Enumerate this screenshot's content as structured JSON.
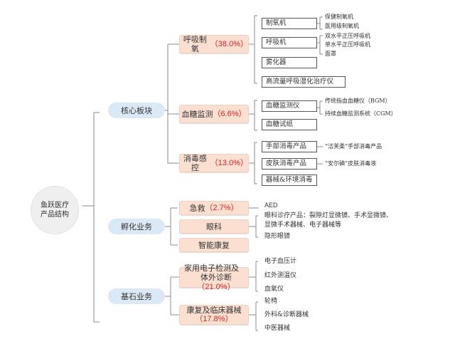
{
  "root": "鱼跃医疗产品结构",
  "segments": [
    {
      "label": "核心板块",
      "children": [
        {
          "name": "呼吸制氧",
          "pct": "（38.0%）",
          "items": [
            {
              "label": "制氧机",
              "subs": [
                "保健制氧机",
                "医用级制氧机"
              ]
            },
            {
              "label": "呼吸机",
              "subs": [
                "双水平正压呼吸机",
                "单水平正压呼吸机",
                "面罩"
              ]
            },
            {
              "label": "雾化器"
            },
            {
              "label": "高流量呼吸湿化治疗仪"
            }
          ]
        },
        {
          "name": "血糖监测",
          "pct": "（6.6%）",
          "items": [
            {
              "label": "血糖监测仪",
              "subs": [
                "传统指血血糖仪（BGM）",
                "持续血糖监测系统（CGM）"
              ]
            },
            {
              "label": "血糖试纸"
            }
          ]
        },
        {
          "name": "消毒感控",
          "pct": "（13.0%）",
          "items": [
            {
              "label": "手部消毒产品",
              "subs": [
                "“洁芙柔”手部消毒产品"
              ]
            },
            {
              "label": "皮肤消毒产品",
              "subs": [
                "“安尔碘”皮肤消毒液"
              ]
            },
            {
              "label": "器械&环境消毒"
            }
          ]
        }
      ]
    },
    {
      "label": "孵化业务",
      "children": [
        {
          "name": "急救",
          "pct": "（2.7%）",
          "items": [
            "AED"
          ]
        },
        {
          "name": "眼科",
          "items": [
            "眼科诊疗产品：裂隙灯显微镜、手术显微镜、",
            "显微手术器械、电子器械等",
            "隐形眼镜"
          ]
        },
        {
          "name": "智能康复"
        }
      ]
    },
    {
      "label": "基石业务",
      "children": [
        {
          "name": "家用电子检测及",
          "name2": "体外诊断",
          "pct": "（21.0%）",
          "items": [
            "电子血压计",
            "红外测温仪",
            "血氧仪"
          ]
        },
        {
          "name": "康复及临床器械",
          "pct": "（17.8%）",
          "items": [
            "轮椅",
            "外科&诊断器械",
            "中医器械"
          ]
        }
      ]
    }
  ],
  "colors": {
    "l1": "#dbe8f5",
    "l2": "#fbe0d2",
    "pct": "#e02020"
  }
}
